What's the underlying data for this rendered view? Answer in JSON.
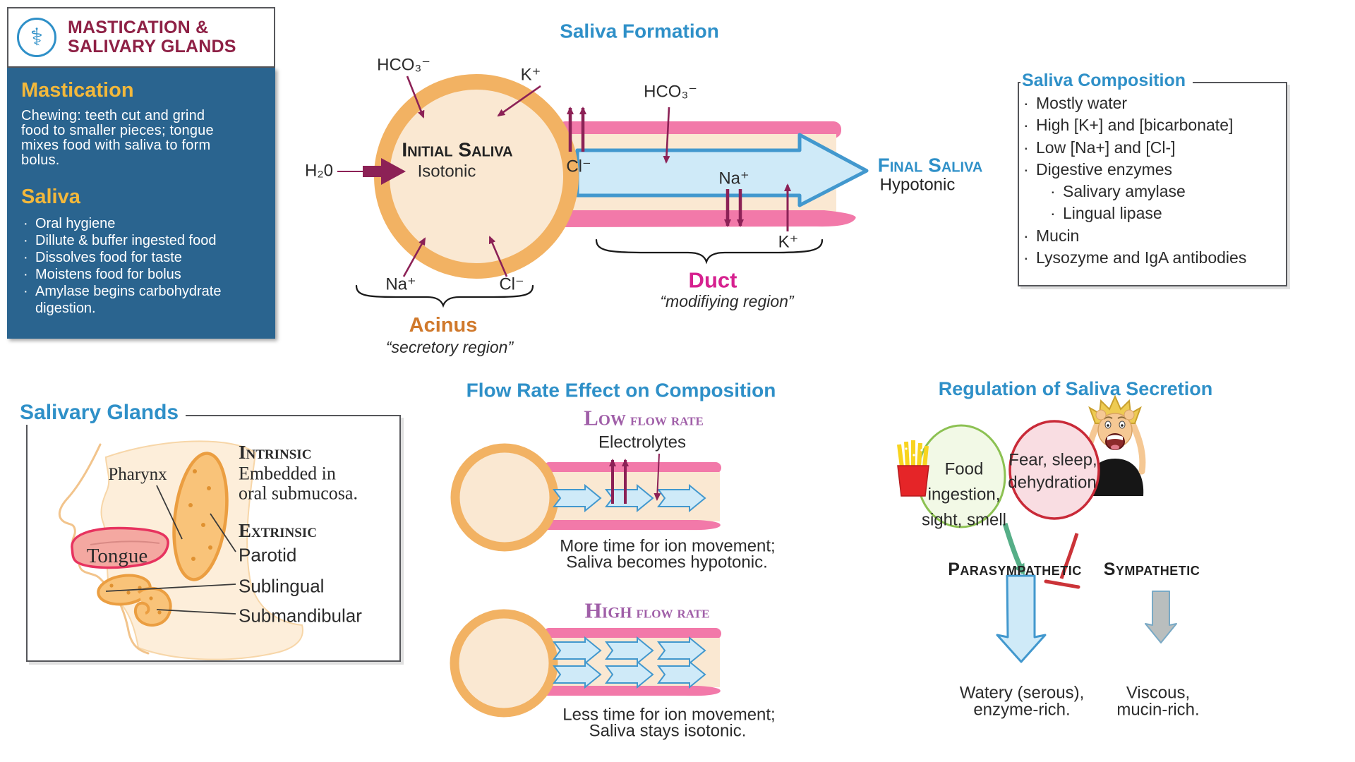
{
  "header": {
    "title_line1": "MASTICATION &",
    "title_line2": "SALIVARY GLANDS"
  },
  "icons": {
    "logo_glyph": "⚕"
  },
  "mastication_panel": {
    "heading": "Mastication",
    "body": "Chewing: teeth cut and grind food to smaller pieces; tongue mixes food with saliva to form bolus.",
    "saliva_heading": "Saliva",
    "bullets": [
      "Oral hygiene",
      "Dillute & buffer ingested food",
      "Dissolves food for taste",
      "Moistens food for bolus",
      "Amylase begins carbohydrate digestion."
    ]
  },
  "saliva_formation": {
    "title": "Saliva Formation",
    "labels": {
      "hco3_acinus": "HCO₃⁻",
      "k_acinus": "K⁺",
      "h2o": "H₂0",
      "initial_saliva": "Initial Saliva",
      "isotonic": "Isotonic",
      "cl_duct": "Cl⁻",
      "hco3_duct": "HCO₃⁻",
      "na_duct": "Na⁺",
      "k_duct": "K⁺",
      "na_acinus": "Na⁺",
      "cl_acinus": "Cl⁻",
      "final_saliva": "Final Saliva",
      "hypotonic": "Hypotonic",
      "duct": "Duct",
      "duct_sub": "“modifiying region”",
      "acinus": "Acinus",
      "acinus_sub": "“secretory region”"
    }
  },
  "saliva_composition": {
    "title": "Saliva Composition",
    "items": [
      {
        "level": 1,
        "text": "Mostly water"
      },
      {
        "level": 1,
        "text": "High [K+] and [bicarbonate]"
      },
      {
        "level": 1,
        "text": "Low [Na+] and [Cl-]"
      },
      {
        "level": 1,
        "text": "Digestive enzymes"
      },
      {
        "level": 2,
        "text": "Salivary amylase"
      },
      {
        "level": 2,
        "text": "Lingual lipase"
      },
      {
        "level": 1,
        "text": "Mucin"
      },
      {
        "level": 1,
        "text": "Lysozyme and IgA antibodies"
      }
    ]
  },
  "salivary_glands": {
    "title": "Salivary Glands",
    "labels": {
      "pharynx": "Pharynx",
      "tongue": "Tongue",
      "intrinsic": "Intrinsic",
      "intrinsic_desc_line1": "Embedded in",
      "intrinsic_desc_line2": "oral submucosa.",
      "extrinsic": "Extrinsic",
      "parotid": "Parotid",
      "sublingual": "Sublingual",
      "submandibular": "Submandibular"
    }
  },
  "flow_rate": {
    "title": "Flow Rate Effect on Composition",
    "low": {
      "heading_word": "Low",
      "heading_rest": "flow rate",
      "electrolytes": "Electrolytes",
      "caption_line1": "More time for ion movement;",
      "caption_line2": "Saliva becomes hypotonic."
    },
    "high": {
      "heading_word": "High",
      "heading_rest": "flow rate",
      "caption_line1": "Less time for ion movement;",
      "caption_line2": "Saliva stays isotonic."
    }
  },
  "regulation": {
    "title": "Regulation of Saliva Secretion",
    "parasympathetic_trigger_line1": "Food",
    "parasympathetic_trigger_line2": "ingestion,",
    "parasympathetic_trigger_line3": "sight, smell",
    "sympathetic_trigger_line1": "Fear, sleep,",
    "sympathetic_trigger_line2": "dehydration",
    "parasympathetic_label": "Parasympathetic",
    "sympathetic_label": "Sympathetic",
    "parasympathetic_result_line1": "Watery (serous),",
    "parasympathetic_result_line2": "enzyme-rich.",
    "sympathetic_result_line1": "Viscous,",
    "sympathetic_result_line2": "mucin-rich."
  },
  "colors": {
    "accent_blue": "#2f90c8",
    "maroon": "#8e2045",
    "panel_blue": "#2a648f",
    "heading_yellow": "#f3b83b",
    "duct_pink": "#f279a9",
    "acinus_cream": "#fae8d2",
    "acinus_orange": "#f2b263",
    "ion_arrow_maroon": "#8c2156",
    "flow_arrow_blue": "#cfeaf8",
    "duct_label_magenta": "#d6218f",
    "acinus_label_orange": "#d0792c",
    "flow_heading_purple": "#a05fa8",
    "parasym_green": "#8cc152",
    "sym_red": "#c92a38"
  }
}
